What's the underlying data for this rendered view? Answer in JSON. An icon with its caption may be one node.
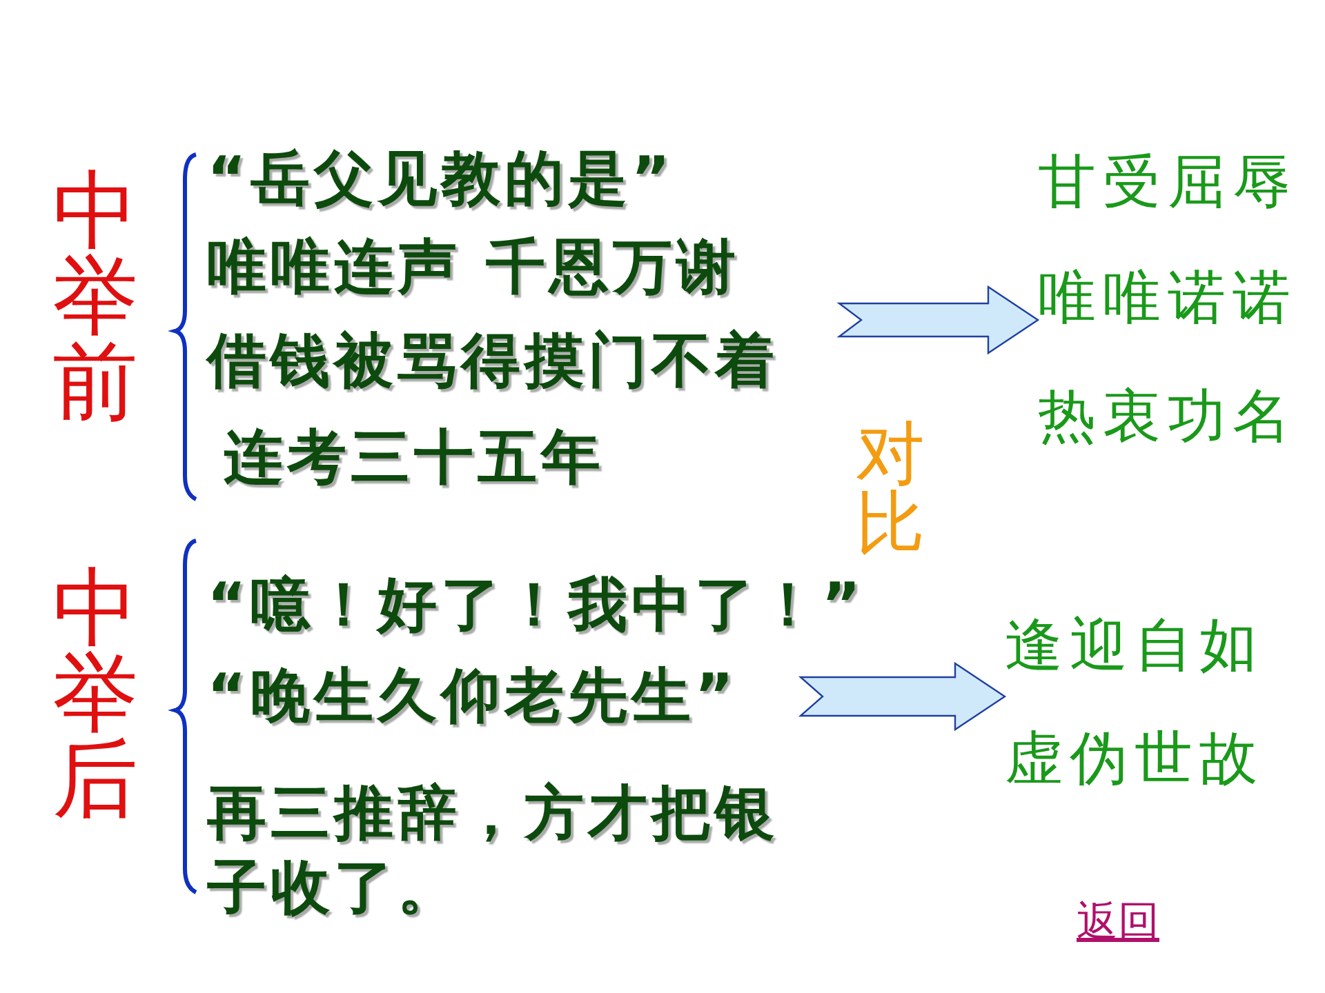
{
  "diagram": {
    "nodes": [
      {
        "text": [
          "“岳父见教的是”",
          "唯唯连声  千恩万谢",
          "借钱被骂得摸门不着",
          "连考三十五年"
        ]
      },
      {
        "text": [
          "甘受屈辱",
          "唯唯诺诺",
          "热衷功名"
        ]
      },
      {
        "text": [
          "“噫！好了！我中了！”",
          "“晚生久仰老先生”",
          "再三推辞，方才把银子收了。"
        ]
      },
      {
        "text": [
          "逢迎自如",
          "虚伪世故"
        ]
      }
    ],
    "edges": [
      {
        "from": 0,
        "to": 1,
        "arrow": "to"
      },
      {
        "from": 2,
        "to": 3,
        "arrow": "to"
      }
    ],
    "labels": [
      "中举前",
      "中举后",
      "对比",
      "返回"
    ]
  }
}
